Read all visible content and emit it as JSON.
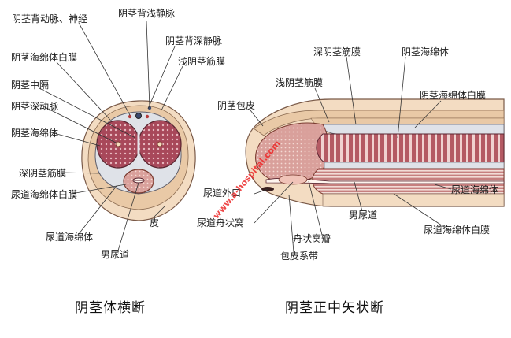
{
  "cross_section": {
    "caption": "阴茎体横断",
    "labels": {
      "dorsal_artery_nerve": "阴茎背动脉、神经",
      "superficial_dorsal_vein": "阴茎背浅静脉",
      "deep_dorsal_vein": "阴茎背深静脉",
      "superficial_fascia": "浅阴茎筋膜",
      "tunica_albuginea_cc": "阴茎海绵体白膜",
      "septum": "阴茎中隔",
      "deep_artery": "阴茎深动脉",
      "corpus_cavernosum": "阴茎海绵体",
      "deep_fascia": "深阴茎筋膜",
      "tunica_albuginea_cs": "尿道海绵体白膜",
      "skin": "皮",
      "corpus_spongiosum": "尿道海绵体",
      "urethra": "男尿道"
    }
  },
  "sagittal_section": {
    "caption": "阴茎正中矢状断",
    "labels": {
      "deep_fascia": "深阴茎筋膜",
      "corpus_cavernosum": "阴茎海绵体",
      "superficial_fascia": "浅阴茎筋膜",
      "prepuce": "阴茎包皮",
      "tunica_albuginea_cc": "阴茎海绵体白膜",
      "external_orifice": "尿道外口",
      "navicular_fossa": "尿道舟状窝",
      "navicular_valve": "舟状窝瓣",
      "frenulum": "包皮系带",
      "urethra": "男尿道",
      "corpus_spongiosum": "尿道海绵体",
      "tunica_albuginea_cs": "尿道海绵体白膜"
    }
  },
  "watermark": "www.a-hospital.com",
  "colors": {
    "skin": "#f3dcc2",
    "fascia": "#e9c9a6",
    "albuginea": "#dfe2e8",
    "cavernous": "#a8485a",
    "cavernous_dot": "#e8b9c0",
    "spongiosum": "#d9a09b",
    "line": "#333333",
    "watermark": "#eb2828"
  }
}
